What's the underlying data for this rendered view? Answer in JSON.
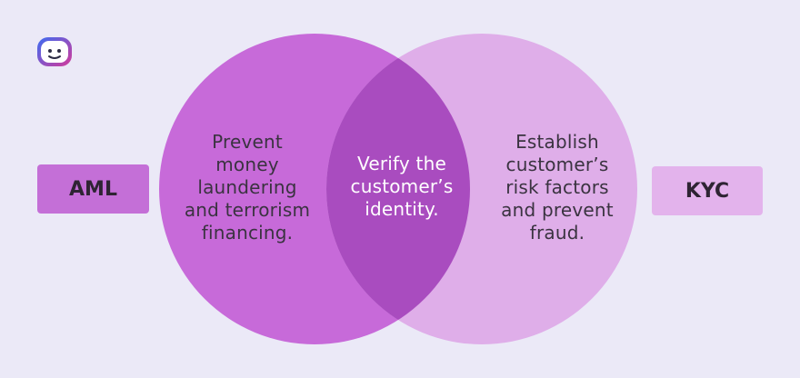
{
  "colors": {
    "background": "#ebe9f7",
    "aml_circle": "#c76ad9",
    "kyc_circle": "#dfaee9",
    "overlap": "#a94cbf",
    "aml_tag": "#c46fd7",
    "kyc_tag": "#e3b3ec"
  },
  "logo": {
    "icon": "robot-face-icon"
  },
  "aml": {
    "label": "AML",
    "description": "Prevent\nmoney\nlaundering\nand terrorism\nfinancing."
  },
  "kyc": {
    "label": "KYC",
    "description": "Establish\ncustomer’s\nrisk factors\nand prevent\nfraud."
  },
  "overlap": {
    "description": "Verify the\ncustomer’s\nidentity."
  }
}
